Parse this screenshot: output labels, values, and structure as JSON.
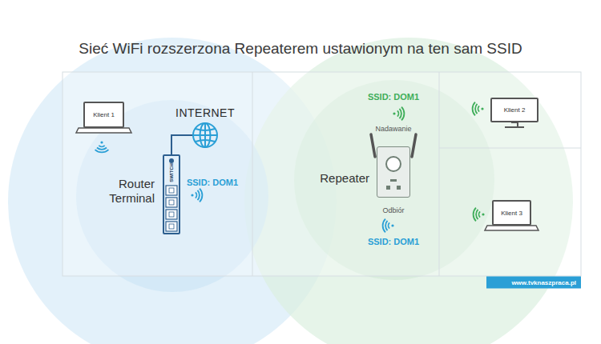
{
  "diagram": {
    "title": "Sieć WiFi rozszerzona Repeaterem ustawionym na ten sam SSID",
    "nodes": [
      {
        "text": [
          "Klient 1"
        ]
      },
      {
        "text": [
          "INTERNET"
        ]
      },
      {
        "text": [
          "Router Terminal"
        ]
      },
      {
        "text": [
          "Repeater"
        ]
      },
      {
        "text": [
          "Klient 2"
        ]
      },
      {
        "text": [
          "Klient 3"
        ]
      }
    ],
    "edges": [
      {
        "from": 2,
        "to": 1,
        "arrow": "none"
      }
    ],
    "labels": [
      "SWITCH",
      "SSID: DOM1",
      "SSID: DOM1",
      "Nadawanie",
      "Odbiór",
      "SSID: DOM1",
      "www.tvknaszpraca.pl"
    ]
  }
}
